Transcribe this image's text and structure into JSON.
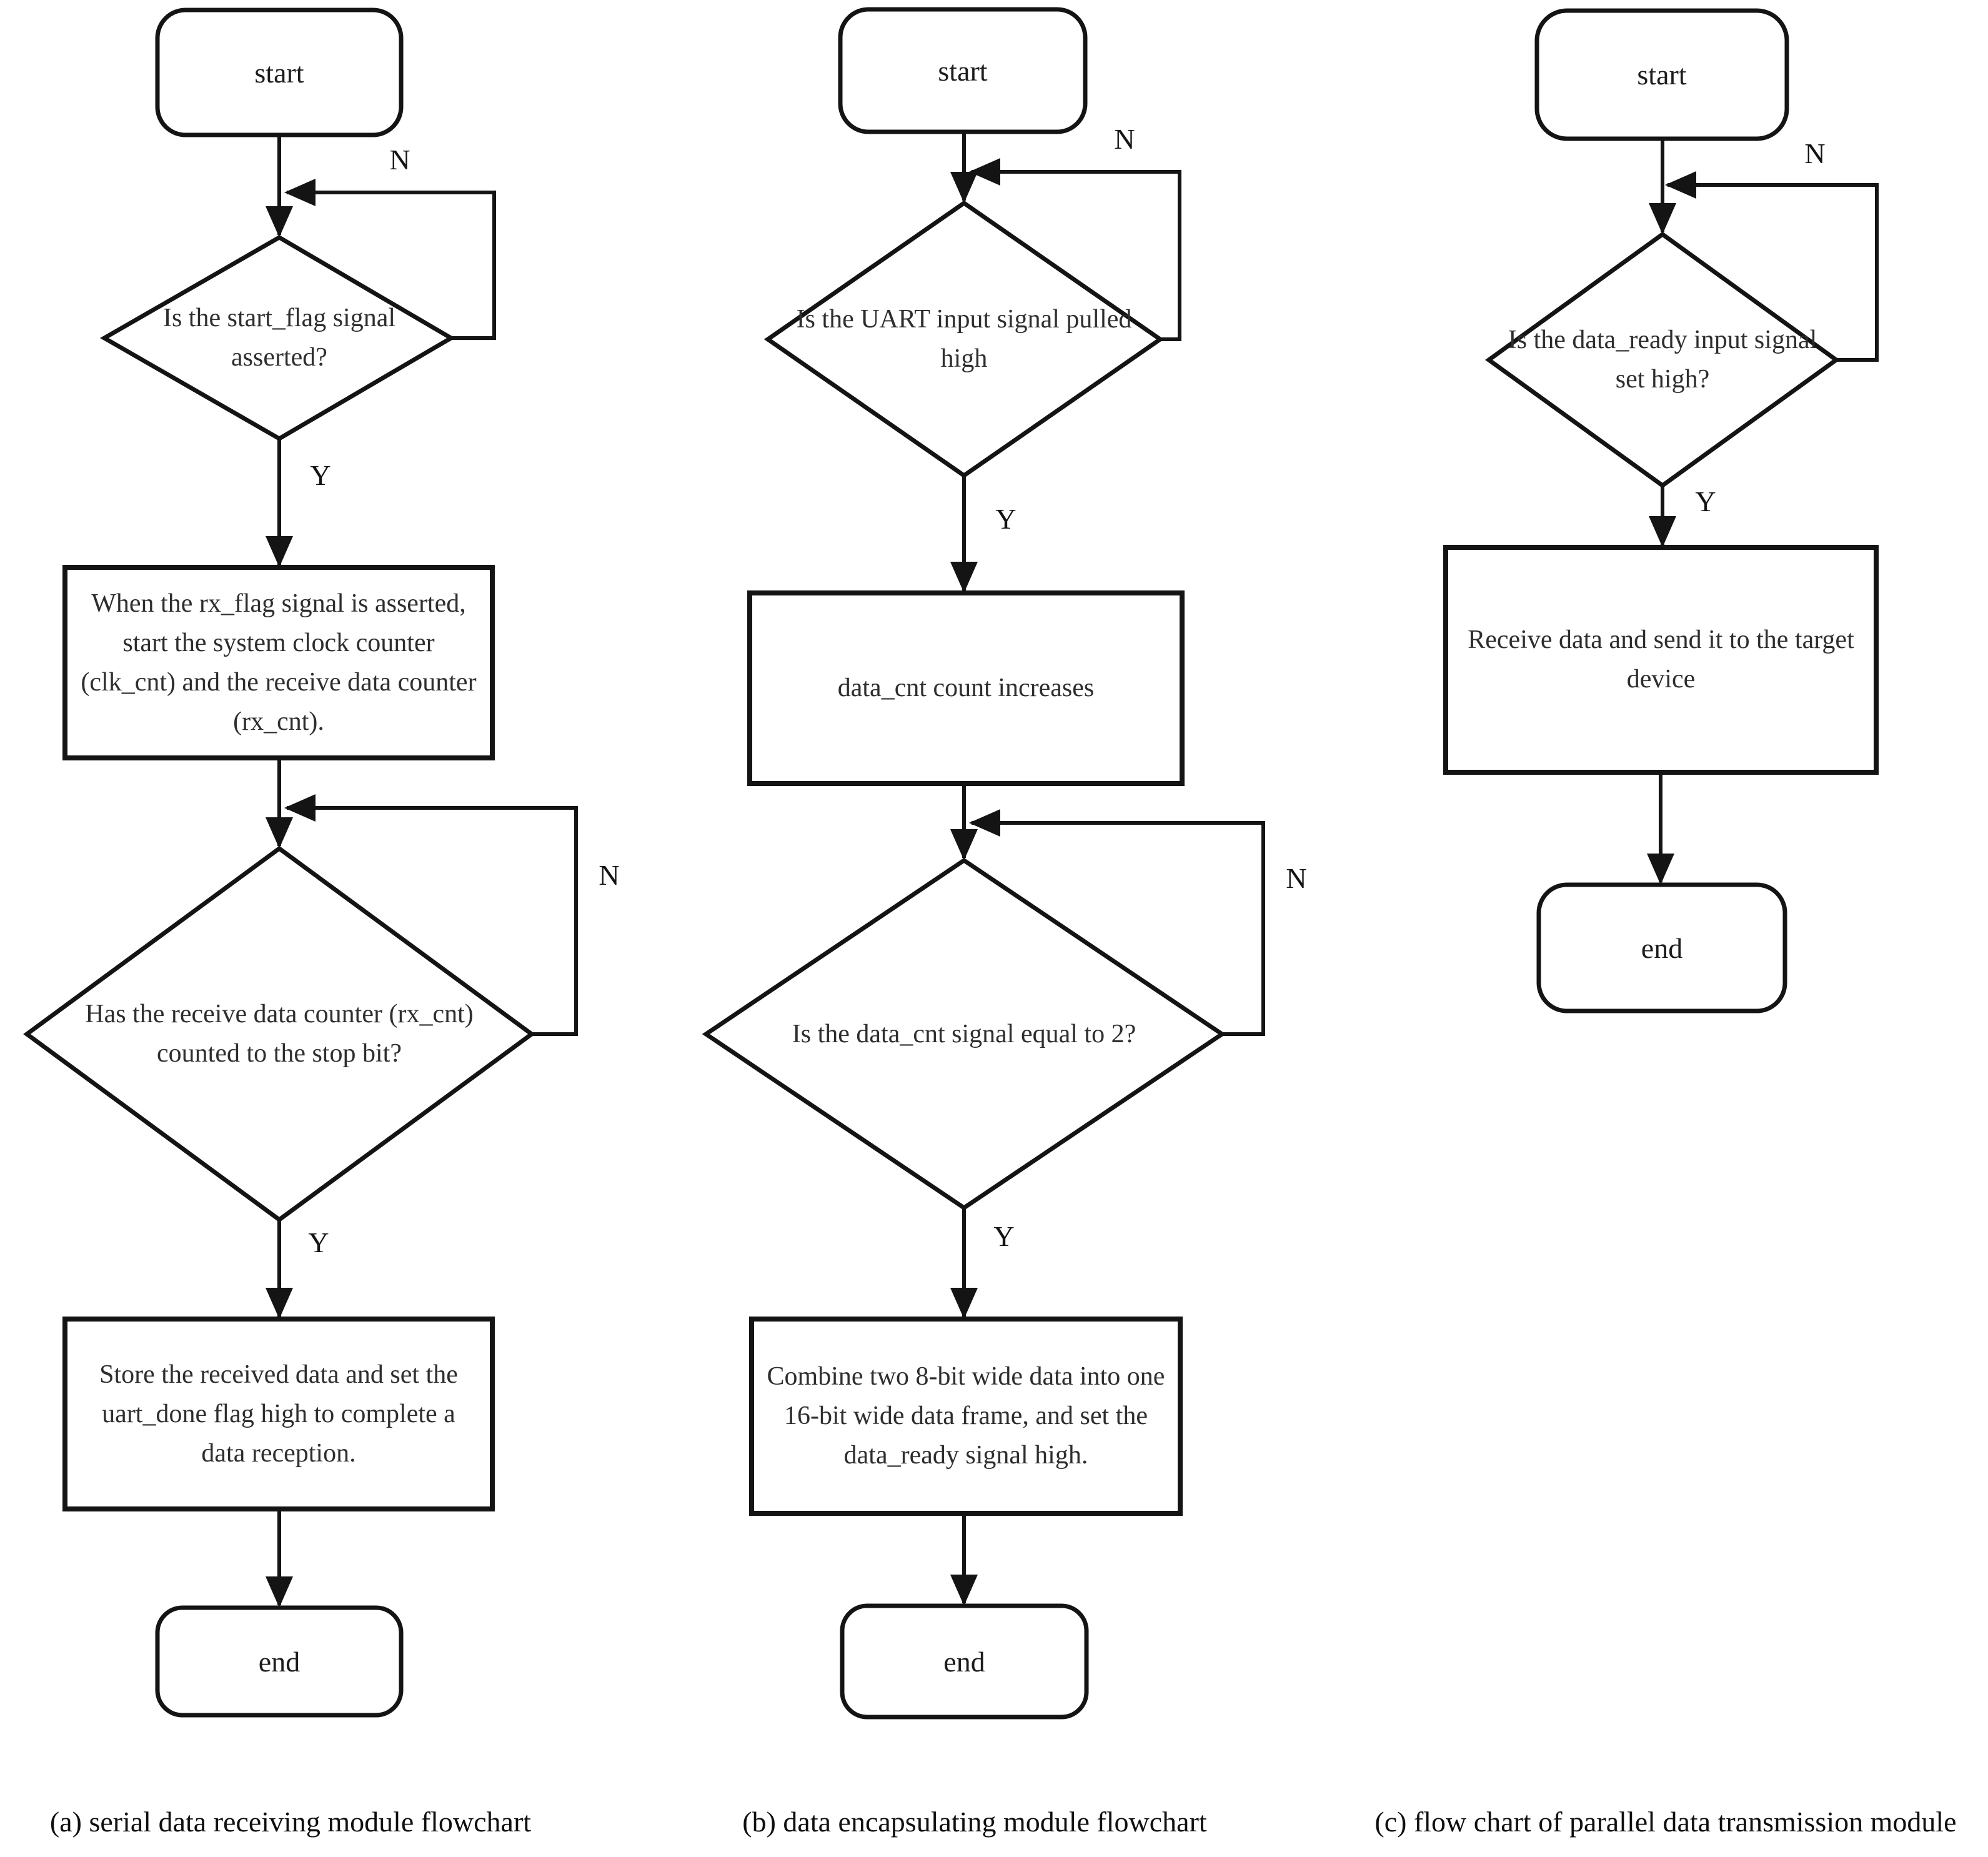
{
  "figure": {
    "background": "#ffffff",
    "line_color": "#141414",
    "node_text_color": "#2e2e2e",
    "shape_fill": "#ffffff"
  },
  "flowcharts": [
    {
      "id": "a",
      "caption": "(a) serial data receiving module flowchart",
      "nodes": {
        "start": "start",
        "decision1": "Is the start_flag signal asserted?",
        "process1": "When the rx_flag signal is asserted, start the system clock counter (clk_cnt) and the receive data counter (rx_cnt).",
        "decision2": "Has the receive data counter (rx_cnt) counted to the stop bit?",
        "process2": "Store the received data and set the uart_done flag high to complete a data reception.",
        "end": "end"
      },
      "labels": {
        "n1": "N",
        "y1": "Y",
        "n2": "N",
        "y2": "Y"
      }
    },
    {
      "id": "b",
      "caption": "(b) data encapsulating module flowchart",
      "nodes": {
        "start": "start",
        "decision1": "Is the UART input signal pulled high",
        "process1": "data_cnt count increases",
        "decision2": "Is the data_cnt signal equal to 2?",
        "process2": "Combine two 8-bit wide data into one 16-bit wide data frame, and set the data_ready signal high.",
        "end": "end"
      },
      "labels": {
        "n1": "N",
        "y1": "Y",
        "n2": "N",
        "y2": "Y"
      }
    },
    {
      "id": "c",
      "caption": "(c) flow chart of parallel data transmission module",
      "nodes": {
        "start": "start",
        "decision1": "Is the data_ready input signal set high?",
        "process1": "Receive data and send it to the target device",
        "end": "end"
      },
      "labels": {
        "n1": "N",
        "y1": "Y"
      }
    }
  ]
}
